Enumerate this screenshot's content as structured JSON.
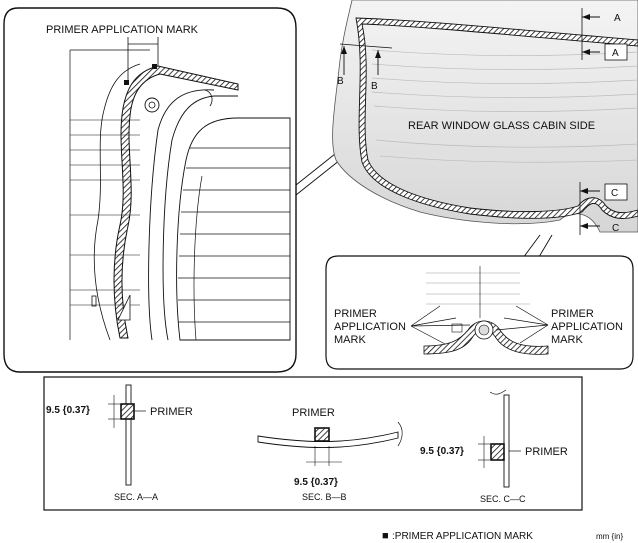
{
  "detail_topleft": {
    "label": "PRIMER APPLICATION MARK"
  },
  "main_view": {
    "caption": "REAR WINDOW GLASS CABIN SIDE",
    "section_marks": {
      "a1": "A",
      "a2": "A",
      "b1": "B",
      "b2": "B",
      "c1": "C",
      "c2": "C"
    }
  },
  "detail_bottomright": {
    "left_label": [
      "PRIMER",
      "APPLICATION",
      "MARK"
    ],
    "right_label": [
      "PRIMER",
      "APPLICATION",
      "MARK"
    ]
  },
  "sections": {
    "a": {
      "dim": "9.5 {0.37}",
      "label": "PRIMER",
      "caption": "SEC. A—A"
    },
    "b": {
      "dim": "9.5 {0.37}",
      "label": "PRIMER",
      "caption": "SEC. B—B"
    },
    "c": {
      "dim": "9.5 {0.37}",
      "label": "PRIMER",
      "caption": "SEC. C—C"
    }
  },
  "legend": {
    "symbol": "■",
    "text": ":PRIMER APPLICATION MARK",
    "units": "mm {in}"
  }
}
